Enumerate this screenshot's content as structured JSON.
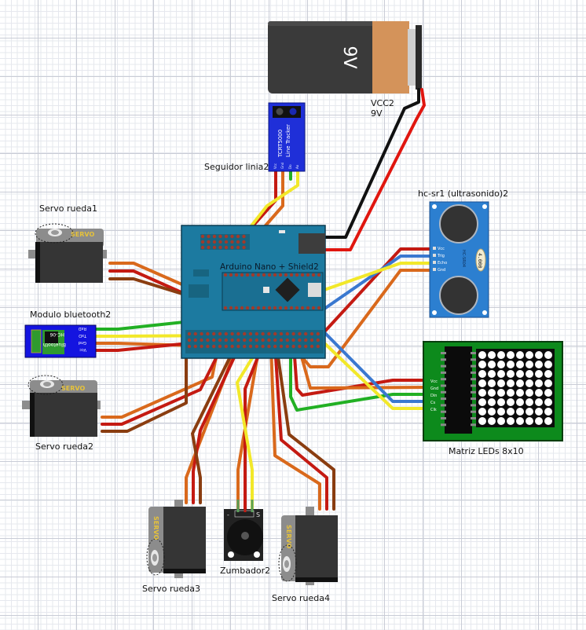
{
  "components": {
    "battery": {
      "label_name": "VCC2",
      "label_value": "9V",
      "body_text": "9V"
    },
    "line_tracker": {
      "label": "Seguidor linia2",
      "chip_text_1": "TCRT5000",
      "chip_text_2": "Line Tracker",
      "pins": [
        "Vcc",
        "Gnd",
        "Do",
        "Ao"
      ]
    },
    "arduino": {
      "label": "Arduino Nano + Shield2"
    },
    "ultrasonic": {
      "label": "hc-sr1 (ultrasonido)2",
      "model_text": "HC-SR04",
      "crystal_text": "4.000",
      "pins": [
        "Vcc",
        "Trig",
        "Echo",
        "Gnd"
      ]
    },
    "led_matrix": {
      "label": "Matriz LEDs 8x10",
      "pins": [
        "Vcc",
        "Gnd",
        "Din",
        "Cs",
        "Clk"
      ],
      "rows": 8,
      "cols": 8
    },
    "bluetooth": {
      "label": "Modulo bluetooth2",
      "chip_text_1": "HC-06",
      "chip_text_2": "Bluetooth",
      "pins": [
        "RxD",
        "TxD",
        "Gnd",
        "Vcc"
      ]
    },
    "servo1": {
      "label": "Servo rueda1",
      "body_text": "SERVO"
    },
    "servo2": {
      "label": "Servo rueda2",
      "body_text": "SERVO"
    },
    "servo3": {
      "label": "Servo rueda3",
      "body_text": "SERVO"
    },
    "servo4": {
      "label": "Servo rueda4",
      "body_text": "SERVO"
    },
    "buzzer": {
      "label": "Zumbador2",
      "pin_minus": "-",
      "pin_signal": "S"
    }
  },
  "colors": {
    "red": "#c41a12",
    "orange": "#d9691c",
    "brown": "#8a3d10",
    "yellow": "#f2e82a",
    "green": "#22b024",
    "blue": "#3a78d0",
    "black": "#111111",
    "board": "#1c7aa0",
    "module_blue": "#2c7fd0",
    "pcb_green": "#0d8a1c"
  }
}
